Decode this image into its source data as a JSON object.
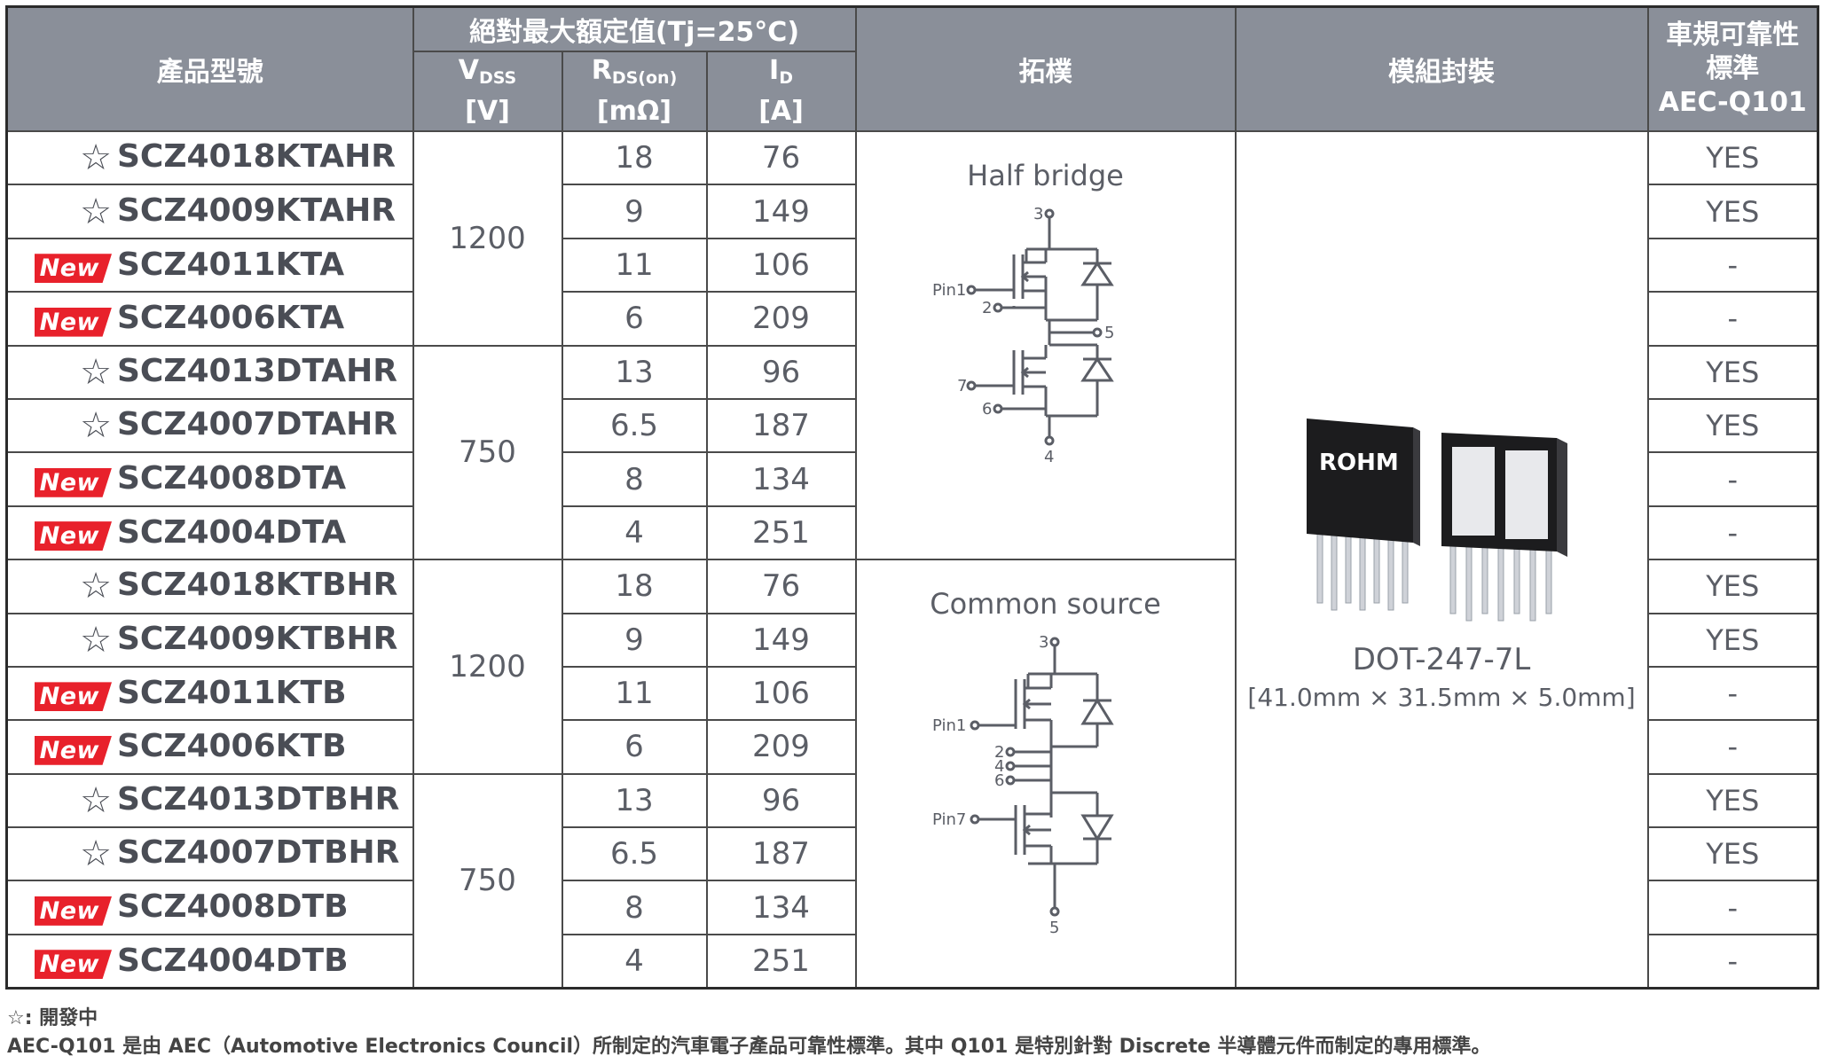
{
  "header": {
    "product": "產品型號",
    "abs_max": "絕對最大額定值(Tj=25°C)",
    "vdss_main": "V",
    "vdss_sub": "DSS",
    "vdss_unit": "[V]",
    "rds_main": "R",
    "rds_sub": "DS(on)",
    "rds_unit": "[mΩ]",
    "id_main": "I",
    "id_sub": "D",
    "id_unit": "[A]",
    "topology": "拓樸",
    "package": "模組封裝",
    "aec_l1": "車規可靠性",
    "aec_l2": "標準",
    "aec_l3": "AEC-Q101"
  },
  "badges": {
    "star": "☆",
    "new": "New"
  },
  "rows": [
    {
      "mark": "star",
      "name": "SCZ4018KTAHR",
      "rds": "18",
      "id": "76",
      "aec": "YES"
    },
    {
      "mark": "star",
      "name": "SCZ4009KTAHR",
      "rds": "9",
      "id": "149",
      "aec": "YES"
    },
    {
      "mark": "new",
      "name": "SCZ4011KTA",
      "rds": "11",
      "id": "106",
      "aec": "-"
    },
    {
      "mark": "new",
      "name": "SCZ4006KTA",
      "rds": "6",
      "id": "209",
      "aec": "-"
    },
    {
      "mark": "star",
      "name": "SCZ4013DTAHR",
      "rds": "13",
      "id": "96",
      "aec": "YES"
    },
    {
      "mark": "star",
      "name": "SCZ4007DTAHR",
      "rds": "6.5",
      "id": "187",
      "aec": "YES"
    },
    {
      "mark": "new",
      "name": "SCZ4008DTA",
      "rds": "8",
      "id": "134",
      "aec": "-"
    },
    {
      "mark": "new",
      "name": "SCZ4004DTA",
      "rds": "4",
      "id": "251",
      "aec": "-"
    },
    {
      "mark": "star",
      "name": "SCZ4018KTBHR",
      "rds": "18",
      "id": "76",
      "aec": "YES"
    },
    {
      "mark": "star",
      "name": "SCZ4009KTBHR",
      "rds": "9",
      "id": "149",
      "aec": "YES"
    },
    {
      "mark": "new",
      "name": "SCZ4011KTB",
      "rds": "11",
      "id": "106",
      "aec": "-"
    },
    {
      "mark": "new",
      "name": "SCZ4006KTB",
      "rds": "6",
      "id": "209",
      "aec": "-"
    },
    {
      "mark": "star",
      "name": "SCZ4013DTBHR",
      "rds": "13",
      "id": "96",
      "aec": "YES"
    },
    {
      "mark": "star",
      "name": "SCZ4007DTBHR",
      "rds": "6.5",
      "id": "187",
      "aec": "YES"
    },
    {
      "mark": "new",
      "name": "SCZ4008DTB",
      "rds": "8",
      "id": "134",
      "aec": "-"
    },
    {
      "mark": "new",
      "name": "SCZ4004DTB",
      "rds": "4",
      "id": "251",
      "aec": "-"
    }
  ],
  "vdss_groups": [
    "1200",
    "750",
    "1200",
    "750"
  ],
  "topologies": [
    {
      "title": "Half bridge",
      "pins": {
        "p3": "3",
        "pin1": "Pin1",
        "p2": "2",
        "p5": "5",
        "p7": "7",
        "p6": "6",
        "p4": "4"
      }
    },
    {
      "title": "Common source",
      "pins": {
        "p3": "3",
        "pin1": "Pin1",
        "p2": "2",
        "p4": "4",
        "p6": "6",
        "pin7": "Pin7",
        "p5": "5"
      }
    }
  ],
  "package": {
    "logo": "ROHM",
    "name": "DOT-247-7L",
    "dims": "[41.0mm × 31.5mm × 5.0mm]"
  },
  "footnotes": {
    "dev": "☆: 開發中",
    "aec": "AEC-Q101 是由 AEC（Automotive Electronics Council）所制定的汽車電子產品可靠性標準。其中 Q101 是特別針對 Discrete 半導體元件而制定的專用標準。"
  }
}
